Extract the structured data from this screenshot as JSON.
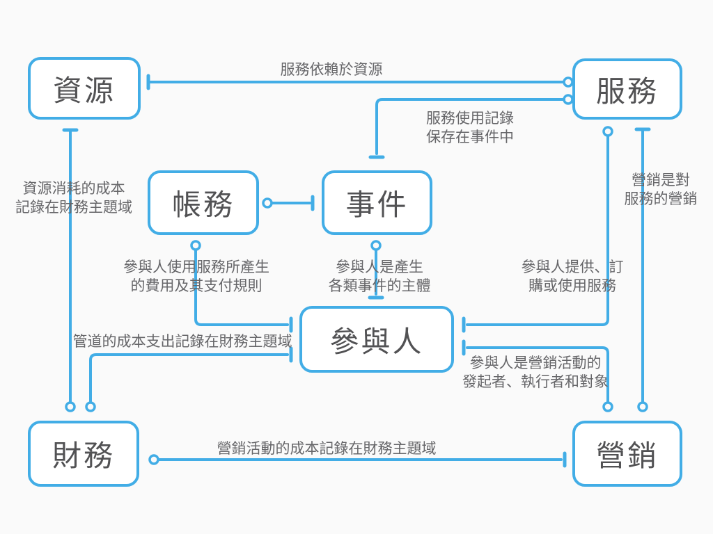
{
  "diagram": {
    "type": "entity-relationship-diagram",
    "nodes": {
      "resource": {
        "label": "資源"
      },
      "service": {
        "label": "服務"
      },
      "billing": {
        "label": "帳務"
      },
      "event": {
        "label": "事件"
      },
      "participant": {
        "label": "參與人"
      },
      "finance": {
        "label": "財務"
      },
      "marketing": {
        "label": "營銷"
      }
    },
    "edges": {
      "service_depends_on_resource": {
        "from": "resource",
        "to": "service",
        "lines": [
          "服務依賴於資源"
        ]
      },
      "service_usage_recorded_in_event": {
        "from": "service",
        "to": "event",
        "lines": [
          "服務使用記錄",
          "保存在事件中"
        ]
      },
      "resource_cost_recorded_in_finance": {
        "from": "resource",
        "to": "finance",
        "lines": [
          "資源消耗的成本",
          "記錄在財務主題域"
        ]
      },
      "billing_fee_rules": {
        "from": "billing",
        "to": "participant",
        "lines": [
          "參與人使用服務所產生",
          "的費用及其支付規則"
        ]
      },
      "participant_generates_events": {
        "from": "event",
        "to": "participant",
        "lines": [
          "參與人是產生",
          "各類事件的主體"
        ]
      },
      "participant_provides_uses_service": {
        "from": "participant",
        "to": "service",
        "lines": [
          "參與人提供、訂",
          "購或使用服務"
        ]
      },
      "marketing_targets_service": {
        "from": "service",
        "to": "marketing",
        "lines": [
          "營銷是對",
          "服務的營銷"
        ]
      },
      "channel_cost_recorded_in_finance": {
        "from": "participant",
        "to": "finance",
        "lines": [
          "管道的成本支出記錄在財務主題域"
        ]
      },
      "participant_marketing_roles": {
        "from": "participant",
        "to": "marketing",
        "lines": [
          "參與人是營銷活動的",
          "發起者、執行者和對象"
        ]
      },
      "marketing_cost_recorded_in_finance": {
        "from": "finance",
        "to": "marketing",
        "lines": [
          "營銷活動的成本記錄在財務主題域"
        ]
      }
    },
    "colors": {
      "connector": "#42ADE6",
      "node_border": "#42ADE6",
      "node_background": "#FFFFFF",
      "node_text": "#525254",
      "label_text": "#666669",
      "background": "#FAFAFA"
    }
  }
}
